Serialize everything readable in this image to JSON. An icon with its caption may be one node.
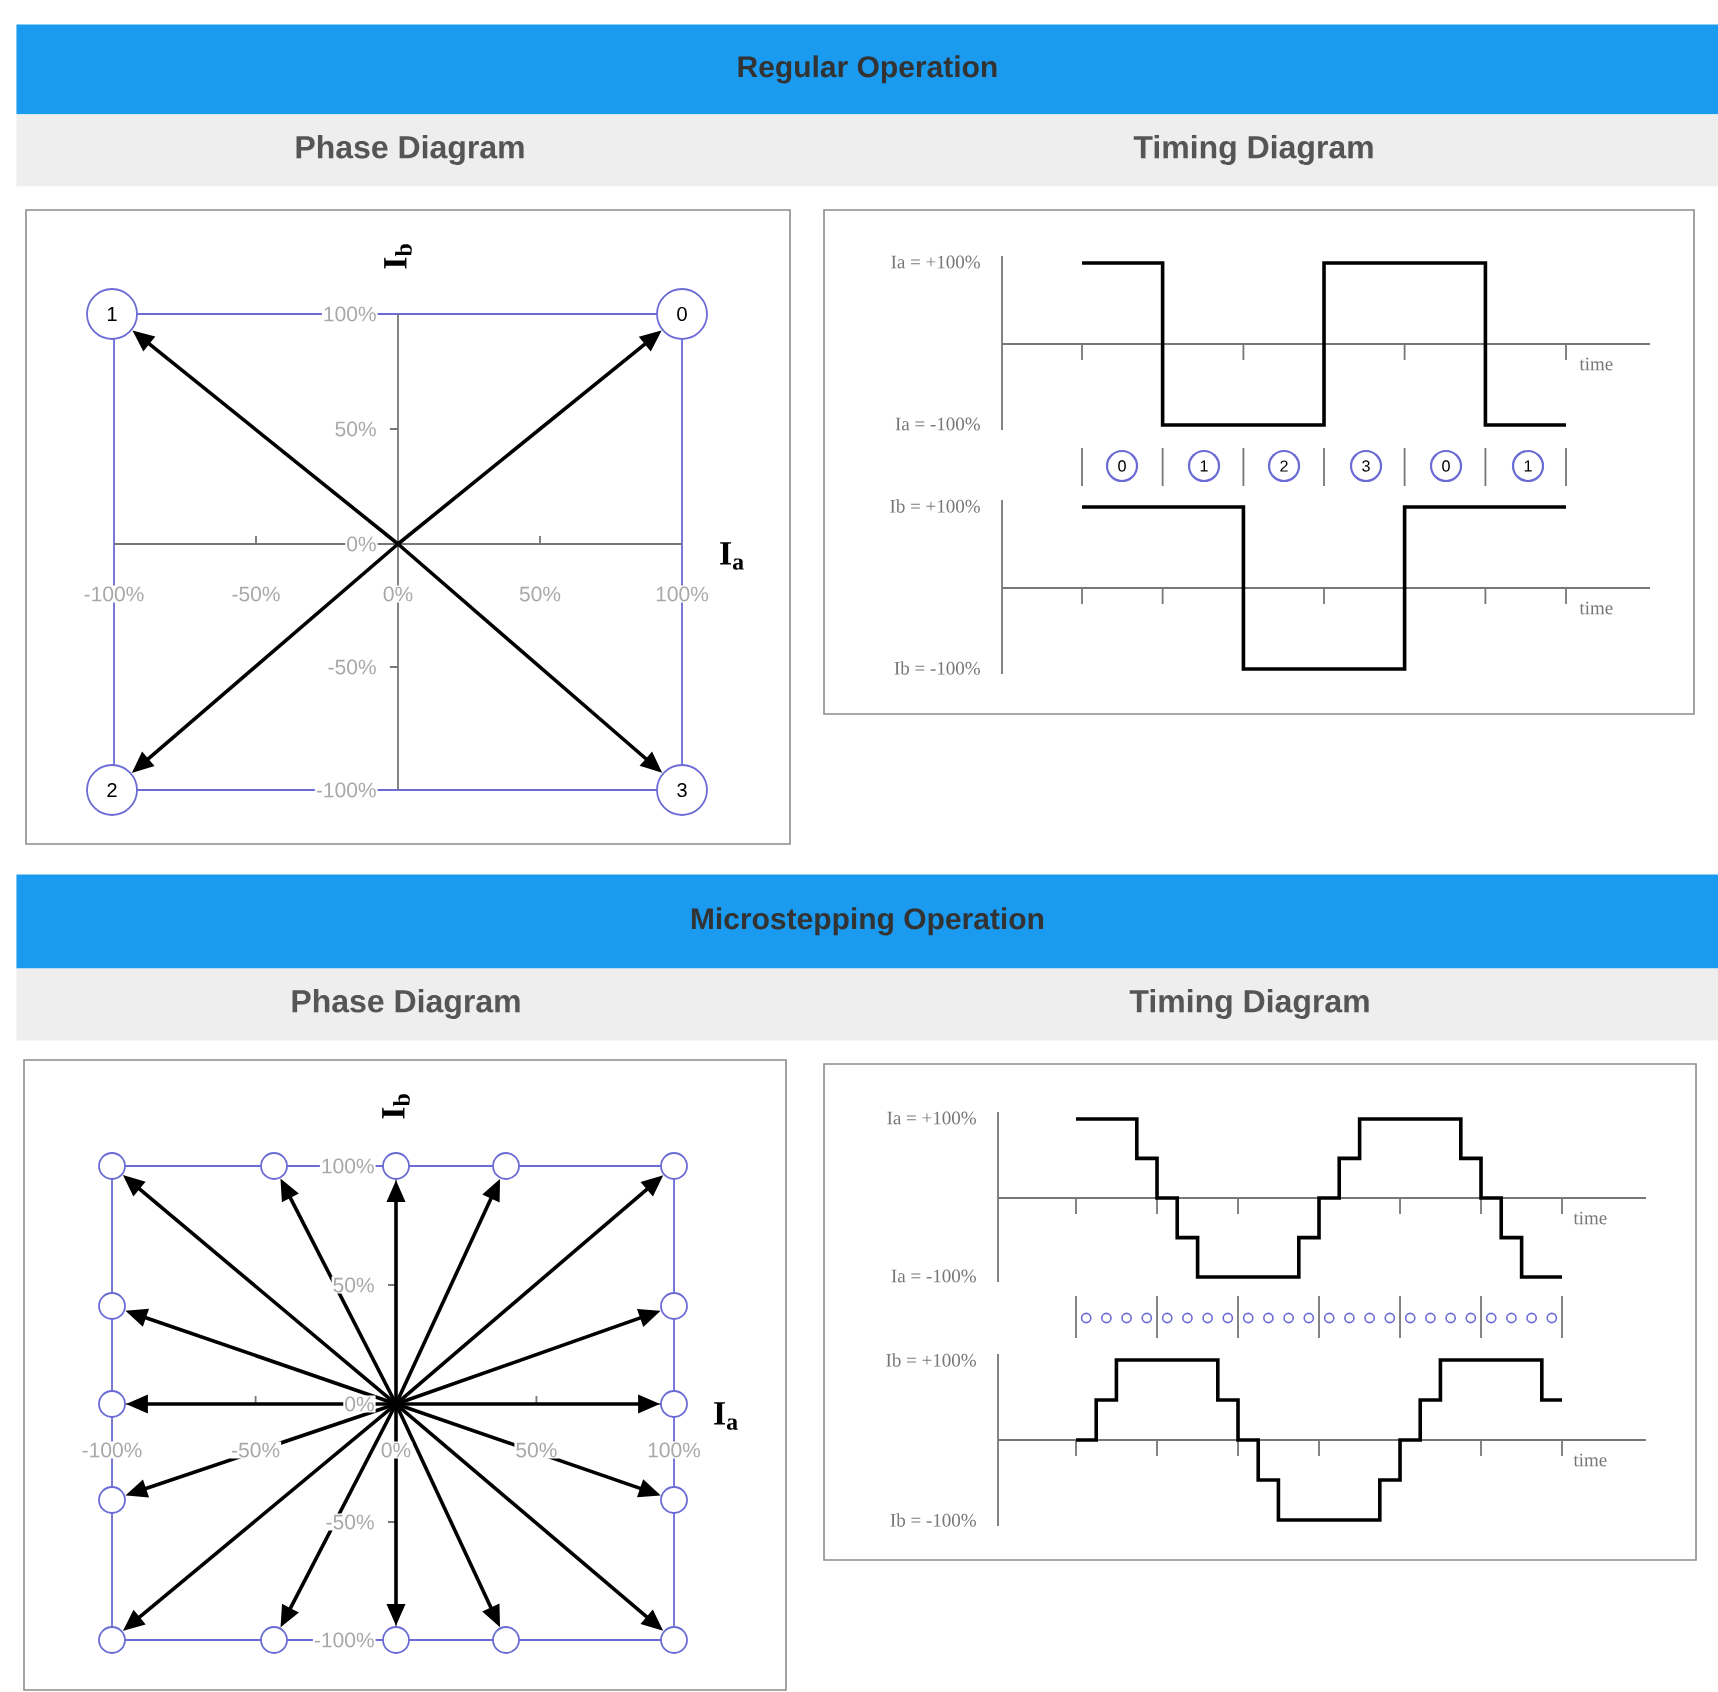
{
  "diagram": {
    "nodes": [
      {
        "text": [
          "Regular Operation"
        ]
      },
      {
        "text": [
          "Phase Diagram",
          "Timing Diagram"
        ]
      },
      {
        "text": [
          "1"
        ]
      },
      {
        "text": [
          "0"
        ]
      },
      {
        "text": [
          "2"
        ]
      },
      {
        "text": [
          "3"
        ]
      },
      {
        "text": [
          "0"
        ]
      },
      {
        "text": [
          "1"
        ]
      },
      {
        "text": [
          "2"
        ]
      },
      {
        "text": [
          "3"
        ]
      },
      {
        "text": [
          "0"
        ]
      },
      {
        "text": [
          "1"
        ]
      },
      {
        "text": [
          "Microstepping Operation"
        ]
      },
      {
        "text": [
          "Phase Diagram",
          "Timing Diagram"
        ]
      },
      {
        "text": [],
        "shape": "circle"
      },
      {
        "text": [],
        "shape": "circle"
      },
      {
        "text": [],
        "shape": "circle"
      },
      {
        "text": [],
        "shape": "circle"
      },
      {
        "text": [],
        "shape": "circle"
      },
      {
        "text": [],
        "shape": "circle"
      },
      {
        "text": [],
        "shape": "circle"
      },
      {
        "text": [],
        "shape": "circle"
      },
      {
        "text": [],
        "shape": "circle"
      },
      {
        "text": [],
        "shape": "circle"
      },
      {
        "text": [],
        "shape": "circle"
      },
      {
        "text": [],
        "shape": "circle"
      },
      {
        "text": [],
        "shape": "circle"
      },
      {
        "text": [],
        "shape": "circle"
      },
      {
        "text": [],
        "shape": "circle"
      },
      {
        "text": [],
        "shape": "circle"
      }
    ],
    "edges": [
      {
        "from": null,
        "to": 3,
        "arrow": "to"
      },
      {
        "from": null,
        "to": 2,
        "arrow": "to"
      },
      {
        "from": null,
        "to": 4,
        "arrow": "to"
      },
      {
        "from": null,
        "to": 5,
        "arrow": "to"
      },
      {
        "from": null,
        "to": 14,
        "arrow": "to"
      },
      {
        "from": null,
        "to": 15,
        "arrow": "to"
      },
      {
        "from": null,
        "to": 16,
        "arrow": "to"
      },
      {
        "from": null,
        "to": 17,
        "arrow": "to"
      },
      {
        "from": null,
        "to": 18,
        "arrow": "to"
      },
      {
        "from": null,
        "to": 19,
        "arrow": "to"
      },
      {
        "from": null,
        "to": 20,
        "arrow": "to"
      },
      {
        "from": null,
        "to": 21,
        "arrow": "to"
      },
      {
        "from": null,
        "to": 22,
        "arrow": "to"
      },
      {
        "from": null,
        "to": 23,
        "arrow": "to"
      },
      {
        "from": null,
        "to": 24,
        "arrow": "to"
      },
      {
        "from": null,
        "to": 25,
        "arrow": "to"
      },
      {
        "from": null,
        "to": 26,
        "arrow": "to"
      },
      {
        "from": null,
        "to": 27,
        "arrow": "to"
      },
      {
        "from": null,
        "to": 28,
        "arrow": "to"
      },
      {
        "from": null,
        "to": 29,
        "arrow": "to"
      }
    ],
    "labels": [
      "I$_{b}$",
      "100%",
      "50%",
      "0%",
      "I$_{a}$",
      "-100%",
      "-50%",
      "0%",
      "50%",
      "100%",
      "-50%",
      "-100%",
      "Ia = +100%",
      "time",
      "Ia = -100%",
      "Ib = +100%",
      "time",
      "Ib = -100%",
      "I$_{b}$",
      "100%",
      "50%",
      "0%",
      "I$_{a}$",
      "-100%",
      "-50%",
      "0%",
      "50%",
      "100%",
      "-50%",
      "-100%",
      "Ia = +100%",
      "time",
      "Ia = -100%",
      "Ib = +100%",
      "time",
      "Ib = -100%"
    ]
  }
}
